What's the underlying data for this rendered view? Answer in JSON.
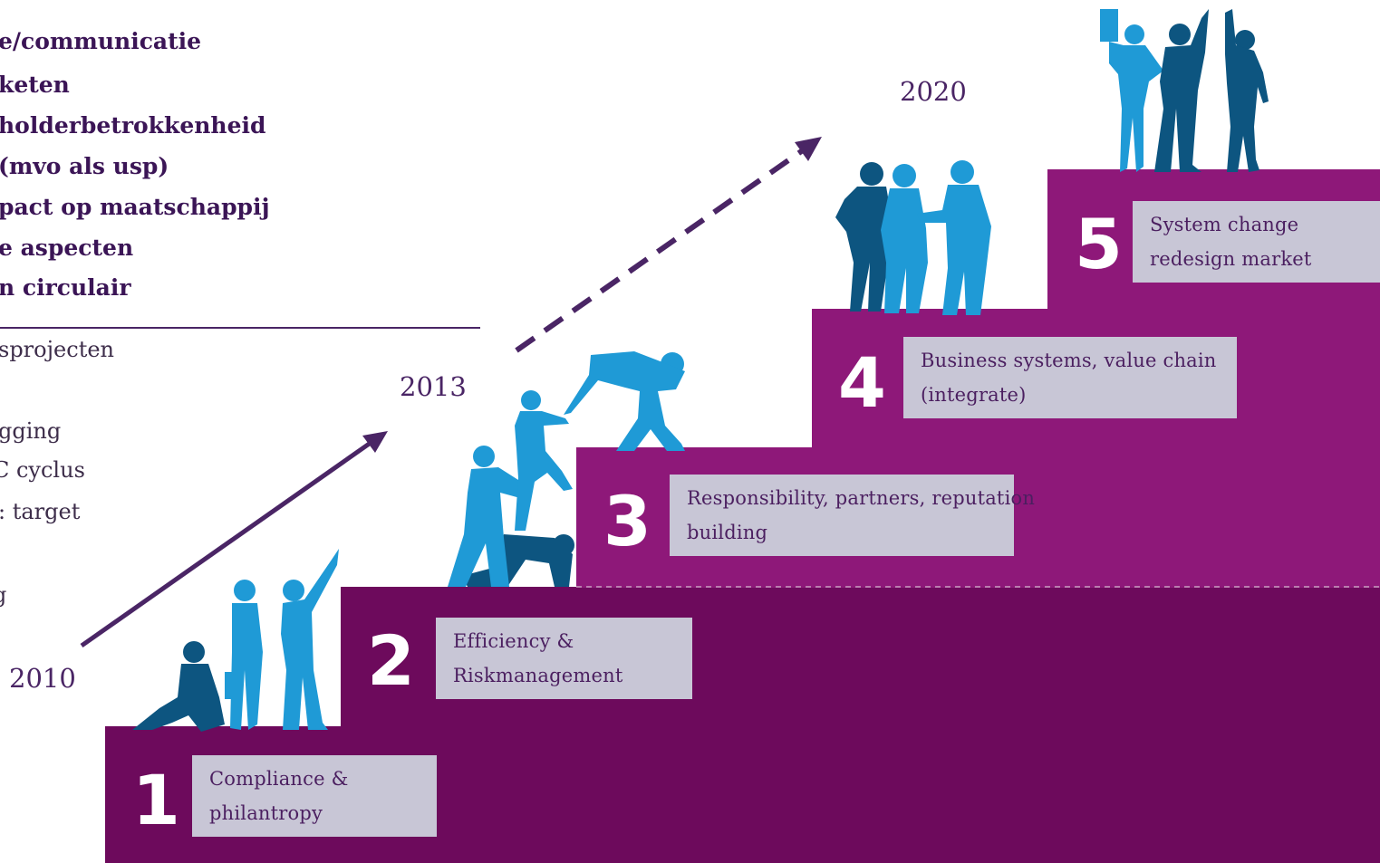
{
  "left_list": {
    "bold_items": [
      "e/communicatie",
      "keten",
      "holderbetrokkenheid",
      "(mvo als usp)",
      "pact op maatschappij",
      "e aspecten",
      "n circulair"
    ],
    "light_items": [
      "sprojecten",
      "gging",
      "C cyclus",
      ": target",
      "g"
    ]
  },
  "years": {
    "y2010": "2010",
    "y2013": "2013",
    "y2020": "2020"
  },
  "steps": [
    {
      "number": "1",
      "line1": "Compliance &",
      "line2": "philantropy"
    },
    {
      "number": "2",
      "line1": "Efficiency &",
      "line2": "Riskmanagement"
    },
    {
      "number": "3",
      "line1": "Responsibility, partners, reputation",
      "line2": "building"
    },
    {
      "number": "4",
      "line1": "Business systems, value chain",
      "line2": "(integrate)"
    },
    {
      "number": "5",
      "line1": "System change",
      "line2": "redesign market"
    }
  ],
  "colors": {
    "step_dark": "#6d0a5c",
    "step_mid": "#8e1879",
    "label_bg": "#c8c6d6",
    "arrow": "#4a2565",
    "figure_light": "#1f9ad6",
    "figure_dark": "#0d5580"
  }
}
